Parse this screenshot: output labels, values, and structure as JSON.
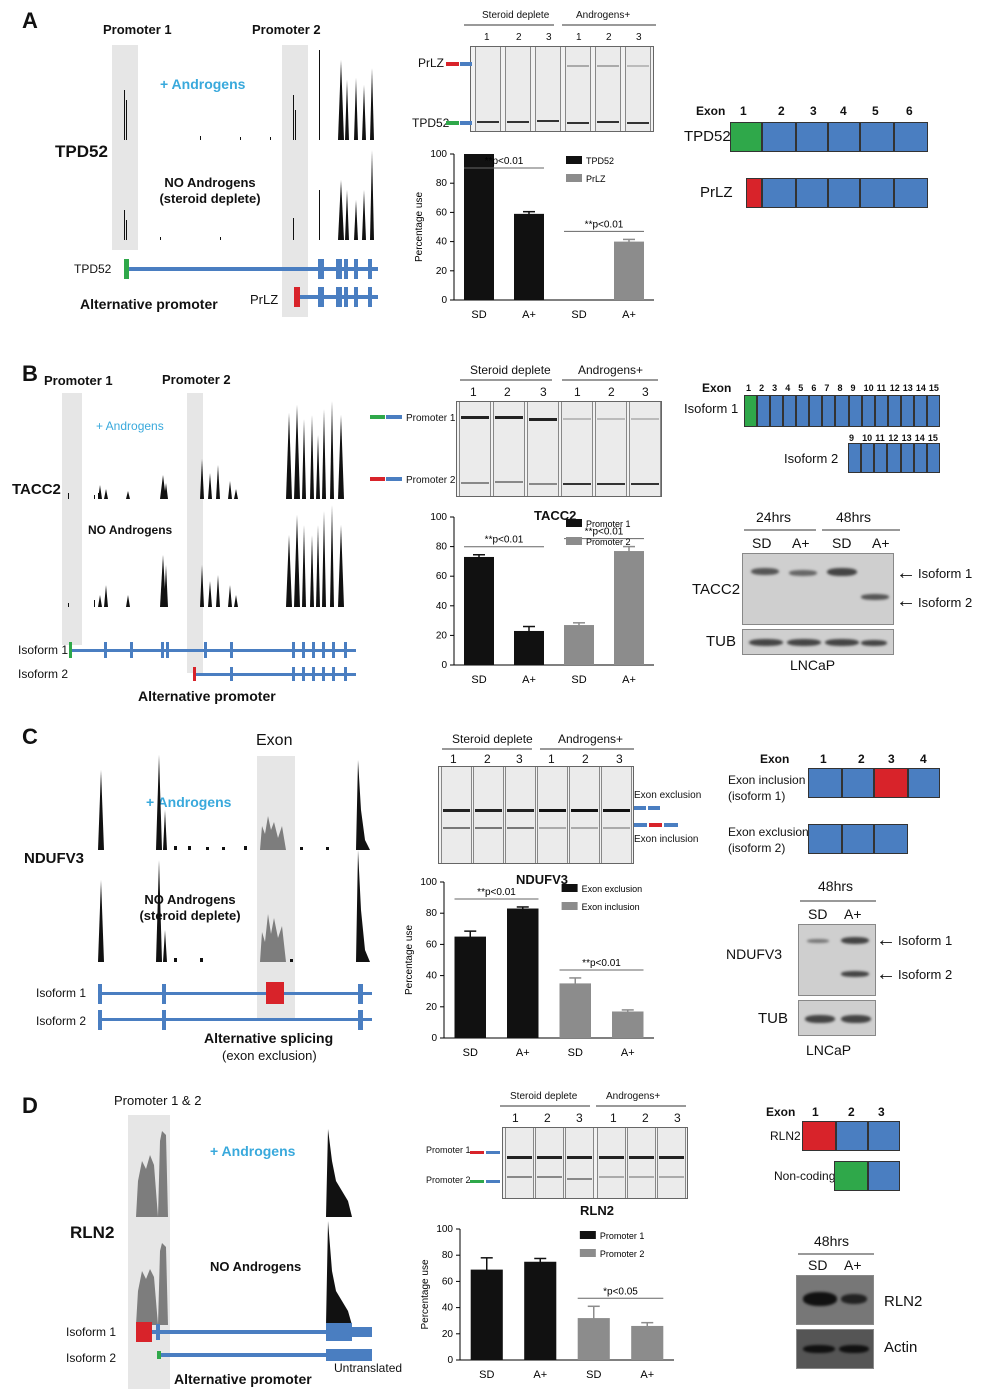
{
  "colors": {
    "blue": "#4a7ec1",
    "green": "#2fa84a",
    "red": "#d8232a",
    "bar_dark": "#111111",
    "bar_grey": "#8c8c8c",
    "cond_blue": "#39a9dc"
  },
  "panelA": {
    "label": "A",
    "gene": "TPD52",
    "promoter1": "Promoter 1",
    "promoter2": "Promoter 2",
    "plus_androgens": "+ Androgens",
    "no_androgens_1": "NO Androgens",
    "no_androgens_2": "(steroid deplete)",
    "isoform1": "TPD52",
    "isoform2": "PrLZ",
    "event": "Alternative promoter",
    "gel": {
      "group1": "Steroid deplete",
      "group2": "Androgens+",
      "lanes": [
        "1",
        "2",
        "3",
        "1",
        "2",
        "3"
      ],
      "band_top": "PrLZ",
      "band_bottom": "TPD52"
    },
    "exon_label": "Exon",
    "exon_numbers": [
      "1",
      "2",
      "3",
      "4",
      "5",
      "6"
    ],
    "schematic_rows": [
      "TPD52",
      "PrLZ"
    ]
  },
  "panelB": {
    "label": "B",
    "gene": "TACC2",
    "promoter1": "Promoter 1",
    "promoter2": "Promoter 2",
    "plus_androgens": "+ Androgens",
    "no_androgens": "NO Androgens",
    "isoform1": "Isoform 1",
    "isoform2": "Isoform 2",
    "event": "Alternative promoter",
    "gel": {
      "group1": "Steroid deplete",
      "group2": "Androgens+",
      "lanes": [
        "1",
        "2",
        "3",
        "1",
        "2",
        "3"
      ],
      "band_top": "Promoter 1",
      "band_bottom": "Promoter 2",
      "title": "TACC2"
    },
    "exon_label": "Exon",
    "exon_numbers_iso1": [
      "1",
      "2",
      "3",
      "4",
      "5",
      "6",
      "7",
      "8",
      "9",
      "10",
      "11",
      "12",
      "13",
      "14",
      "15"
    ],
    "exon_numbers_iso2": [
      "9",
      "10",
      "11",
      "12",
      "13",
      "14",
      "15"
    ],
    "schematic_rows": [
      "Isoform 1",
      "Isoform 2"
    ],
    "western": {
      "time1": "24hrs",
      "time2": "48hrs",
      "lanes": [
        "SD",
        "A+",
        "SD",
        "A+"
      ],
      "protein": "TACC2",
      "loading": "TUB",
      "cell": "LNCaP",
      "arrow1": "Isoform 1",
      "arrow2": "Isoform 2"
    }
  },
  "panelC": {
    "label": "C",
    "gene": "NDUFV3",
    "exon_hl": "Exon",
    "plus_androgens": "+ Androgens",
    "no_androgens_1": "NO Androgens",
    "no_androgens_2": "(steroid deplete)",
    "isoform1": "Isoform 1",
    "isoform2": "Isoform 2",
    "event": "Alternative splicing",
    "event_sub": "(exon exclusion)",
    "gel": {
      "group1": "Steroid deplete",
      "group2": "Androgens+",
      "lanes": [
        "1",
        "2",
        "3",
        "1",
        "2",
        "3"
      ],
      "band_top": "Exon exclusion",
      "band_bottom": "Exon inclusion",
      "title": "NDUFV3"
    },
    "exon_label": "Exon",
    "exon_numbers": [
      "1",
      "2",
      "3",
      "4"
    ],
    "schematic_rows": [
      "Exon inclusion",
      "(isoform 1)",
      "Exon exclusion",
      "(isoform 2)"
    ],
    "western": {
      "time": "48hrs",
      "lanes": [
        "SD",
        "A+"
      ],
      "protein": "NDUFV3",
      "loading": "TUB",
      "cell": "LNCaP",
      "arrow1": "Isoform 1",
      "arrow2": "Isoform 2"
    }
  },
  "panelD": {
    "label": "D",
    "gene": "RLN2",
    "promoter": "Promoter 1 & 2",
    "plus_androgens": "+ Androgens",
    "no_androgens": "NO Androgens",
    "isoform1": "Isoform 1",
    "isoform2": "Isoform 2",
    "event": "Alternative promoter",
    "untranslated": "Untranslated",
    "gel": {
      "group1": "Steroid deplete",
      "group2": "Androgens+",
      "lanes": [
        "1",
        "2",
        "3",
        "1",
        "2",
        "3"
      ],
      "band_top": "Promoter 1",
      "band_bottom": "Promoter 2",
      "title": "RLN2"
    },
    "exon_label": "Exon",
    "exon_numbers": [
      "1",
      "2",
      "3"
    ],
    "schematic_rows": [
      "RLN2",
      "Non-coding"
    ],
    "western": {
      "time": "48hrs",
      "lanes": [
        "SD",
        "A+"
      ],
      "protein": "RLN2",
      "loading": "Actin"
    }
  },
  "chart_data": [
    {
      "type": "bar",
      "panel": "A",
      "title": "",
      "ylabel": "Percentage use",
      "ylim": [
        0,
        100
      ],
      "yticks": [
        0,
        20,
        40,
        60,
        80,
        100
      ],
      "categories": [
        "SD",
        "A+",
        "SD",
        "A+"
      ],
      "legend": [
        "TPD52",
        "PrLZ"
      ],
      "values": [
        100,
        59,
        0,
        40
      ],
      "errors": [
        0,
        1.5,
        0,
        1.5
      ],
      "series_index": [
        0,
        0,
        1,
        1
      ],
      "annotations": [
        "**p<0.01",
        "**p<0.01"
      ]
    },
    {
      "type": "bar",
      "panel": "B",
      "title": "TACC2",
      "ylabel": "",
      "ylim": [
        0,
        100
      ],
      "yticks": [
        0,
        20,
        40,
        60,
        80,
        100
      ],
      "categories": [
        "SD",
        "A+",
        "SD",
        "A+"
      ],
      "legend": [
        "Promoter 1",
        "Promoter 2"
      ],
      "values": [
        73,
        23,
        27,
        77
      ],
      "errors": [
        1.5,
        3,
        1.5,
        3
      ],
      "series_index": [
        0,
        0,
        1,
        1
      ],
      "annotations": [
        "**p<0.01",
        "**p<0.01"
      ]
    },
    {
      "type": "bar",
      "panel": "C",
      "title": "NDUFV3",
      "ylabel": "Percentage use",
      "ylim": [
        0,
        100
      ],
      "yticks": [
        0,
        20,
        40,
        60,
        80,
        100
      ],
      "categories": [
        "SD",
        "A+",
        "SD",
        "A+"
      ],
      "legend": [
        "Exon exclusion",
        "Exon inclusion"
      ],
      "values": [
        65,
        83,
        35,
        17
      ],
      "errors": [
        3.5,
        1,
        3.5,
        1
      ],
      "series_index": [
        0,
        0,
        1,
        1
      ],
      "annotations": [
        "**p<0.01",
        "**p<0.01"
      ]
    },
    {
      "type": "bar",
      "panel": "D",
      "title": "",
      "ylabel": "Percentage use",
      "ylim": [
        0,
        100
      ],
      "yticks": [
        0,
        20,
        40,
        60,
        80,
        100
      ],
      "categories": [
        "SD",
        "A+",
        "SD",
        "A+"
      ],
      "legend": [
        "Promoter 1",
        "Promoter 2"
      ],
      "values": [
        69,
        75,
        32,
        26
      ],
      "errors": [
        9,
        2.5,
        9,
        2.5
      ],
      "series_index": [
        0,
        0,
        1,
        1
      ],
      "annotations": [
        "*p<0.05"
      ]
    }
  ]
}
